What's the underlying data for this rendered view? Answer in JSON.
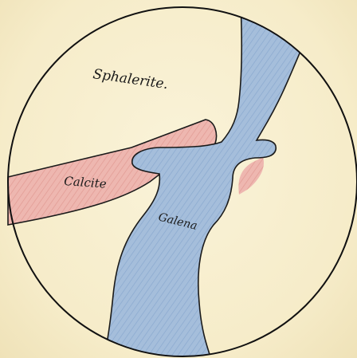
{
  "labels": {
    "sphalerite": "Sphalerite.",
    "calcite": "Calcite",
    "galena": "Galena"
  },
  "colors": {
    "paper": "#f7eed0",
    "calcite_fill": "#e8a9a3",
    "galena_fill": "#9bb7d6",
    "outline": "#1a1a1a"
  }
}
